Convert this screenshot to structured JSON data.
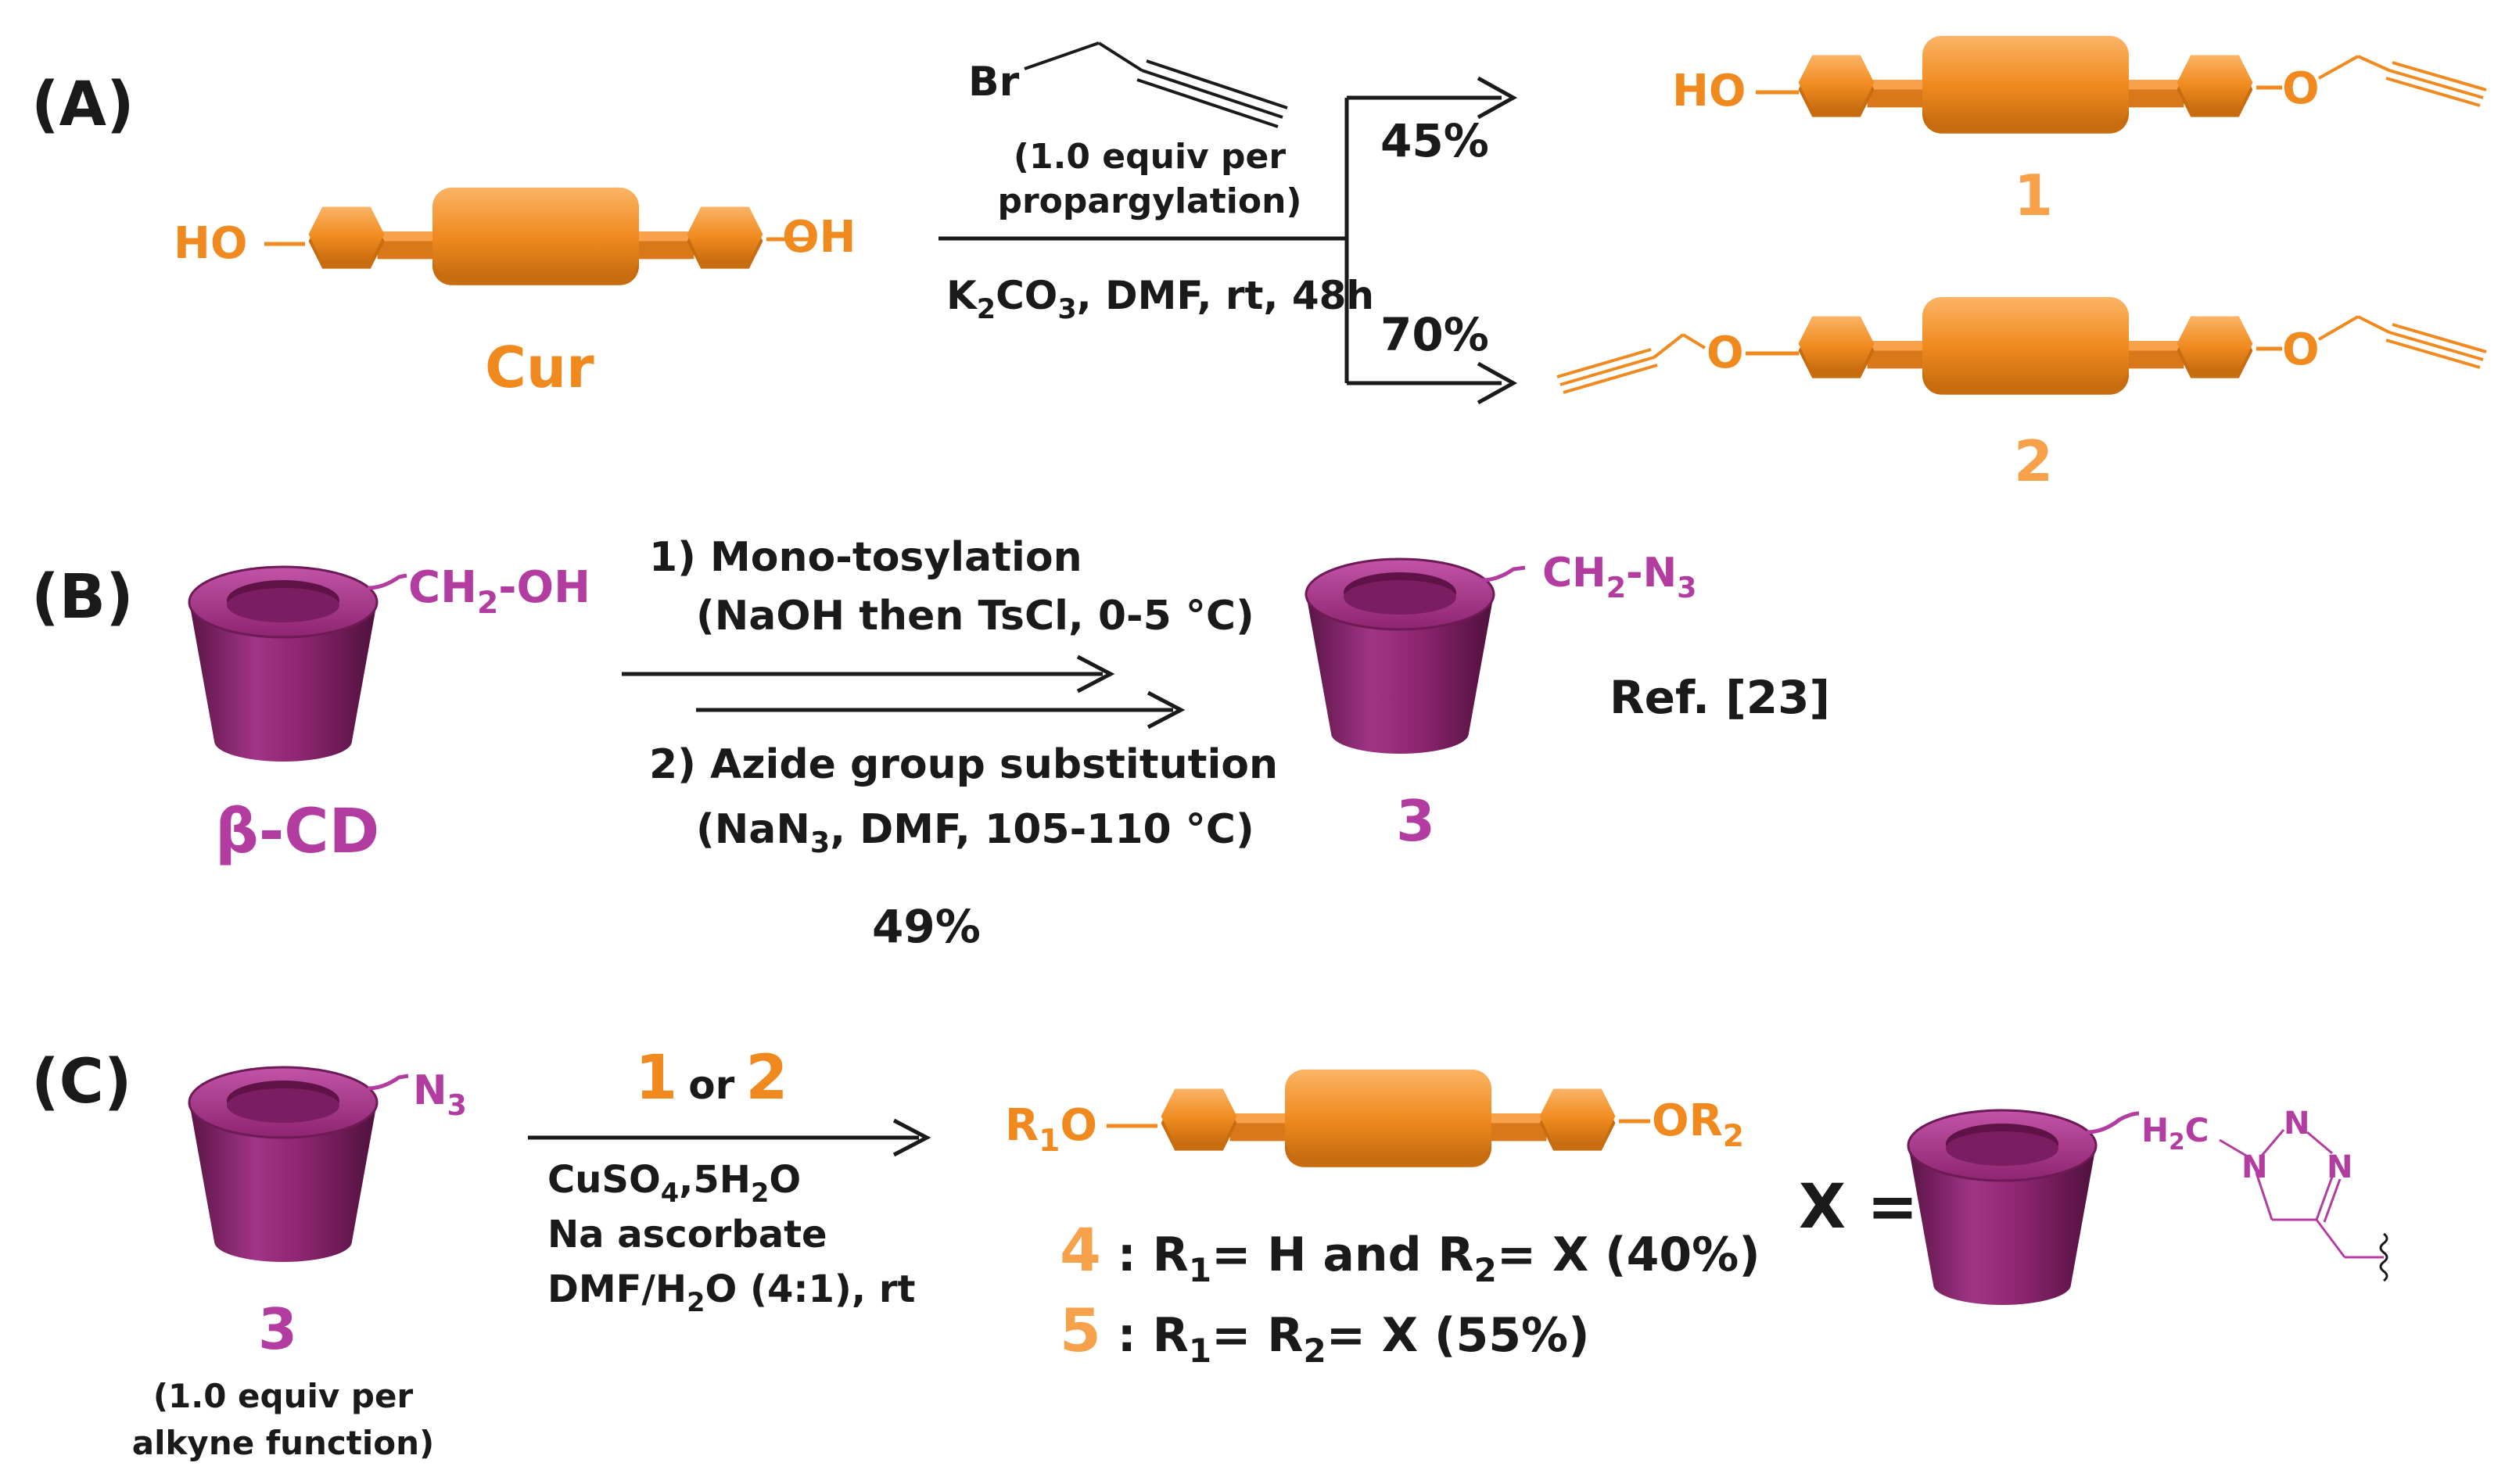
{
  "colors": {
    "orange": "#F08A1E",
    "orange_light": "#F7A24B",
    "orange_dark": "#B85F0B",
    "magenta": "#B23CA0",
    "cd_body": "#8E2570",
    "cd_dark": "#5A1446",
    "black": "#1a1a1a"
  },
  "panel_a": {
    "label": "(A)",
    "reactant_left_group": "HO",
    "reactant_right_group": "OH",
    "reactant_name": "Cur",
    "reagent_br": "Br",
    "reagent_note_line1": "(1.0 equiv per",
    "reagent_note_line2": "propargylation)",
    "cond_k": "K",
    "cond_k_sub": "2",
    "cond_co": "CO",
    "cond_co_sub": "3",
    "cond_rest": ", DMF, rt, 48h",
    "yield_top": "45%",
    "yield_bottom": "70%",
    "product1_left_group": "HO",
    "product_o": "O",
    "product1_id": "1",
    "product2_id": "2"
  },
  "panel_b": {
    "label": "(B)",
    "reactant_group_a": "CH",
    "reactant_group_sub": "2",
    "reactant_group_b": "-OH",
    "reactant_name": "β-CD",
    "step1": "1) Mono-tosylation",
    "step1_cond": "(NaOH then TsCl, 0-5 °C)",
    "step2": "2) Azide group substitution",
    "step2_cond_a": "(NaN",
    "step2_cond_sub": "3",
    "step2_cond_b": ", DMF, 105-110 °C)",
    "yield": "49%",
    "product_group_a": "CH",
    "product_group_sub1": "2",
    "product_group_b": "-N",
    "product_group_sub2": "3",
    "product_id": "3",
    "reference": "Ref. [23]"
  },
  "panel_c": {
    "label": "(C)",
    "reactant_group": "N",
    "reactant_group_sub": "3",
    "reactant_id": "3",
    "reactant_note_line1": "(1.0 equiv per",
    "reactant_note_line2": "alkyne function)",
    "reagent_1": "1",
    "reagent_or": "or",
    "reagent_2": "2",
    "cond_line1_a": "CuSO",
    "cond_line1_sub1": "4",
    "cond_line1_b": ",5H",
    "cond_line1_sub2": "2",
    "cond_line1_c": "O",
    "cond_line2": "Na ascorbate",
    "cond_line3_a": "DMF/H",
    "cond_line3_sub": "2",
    "cond_line3_b": "O (4:1), rt",
    "prod_left_a": "R",
    "prod_left_sub": "1",
    "prod_left_b": "O",
    "prod_right_a": "OR",
    "prod_right_sub": "2",
    "p4_id": "4",
    "p4_a": " : R",
    "p4_sub1": "1",
    "p4_b": "= H and R",
    "p4_sub2": "2",
    "p4_c": "= X (40%)",
    "p5_id": "5",
    "p5_a": " : R",
    "p5_sub1": "1",
    "p5_b": "= R",
    "p5_sub2": "2",
    "p5_c": "= X (55%)",
    "x_label": "X =",
    "triazole_h": "H",
    "triazole_h_sub": "2",
    "triazole_c": "C",
    "triazole_n": "N"
  }
}
